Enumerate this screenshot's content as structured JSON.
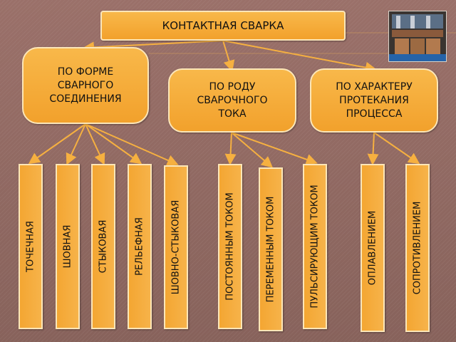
{
  "diagram": {
    "root": {
      "label": "КОНТАКТНАЯ СВАРКА"
    },
    "categories": [
      {
        "label": "ПО ФОРМЕ СВАРНОГО СОЕДИНЕНИЯ"
      },
      {
        "label": "ПО РОДУ СВАРОЧНОГО ТОКА"
      },
      {
        "label": "ПО ХАРАКТЕРУ ПРОТЕКАНИЯ ПРОЦЕССА"
      }
    ],
    "leaves": [
      {
        "label": "ТОЧЕЧНАЯ"
      },
      {
        "label": "ШОВНАЯ"
      },
      {
        "label": "СТЫКОВАЯ"
      },
      {
        "label": "РЕЛЬЕФНАЯ"
      },
      {
        "label": "ШОВНО-СТЫКОВАЯ"
      },
      {
        "label": "ПОСТОЯННЫМ ТОКОМ"
      },
      {
        "label": "ПЕРЕМЕННЫМ ТОКОМ"
      },
      {
        "label": "ПУЛЬСИРУЮЩИМ ТОКОМ"
      },
      {
        "label": "ОПЛАВЛЕНИЕМ"
      },
      {
        "label": "СОПРОТИВЛЕНИЕМ"
      }
    ]
  },
  "colors": {
    "background": "#8f6a62",
    "node_fill": "#f4a632",
    "node_border": "#fce6b8",
    "connector": "#f6b040"
  }
}
